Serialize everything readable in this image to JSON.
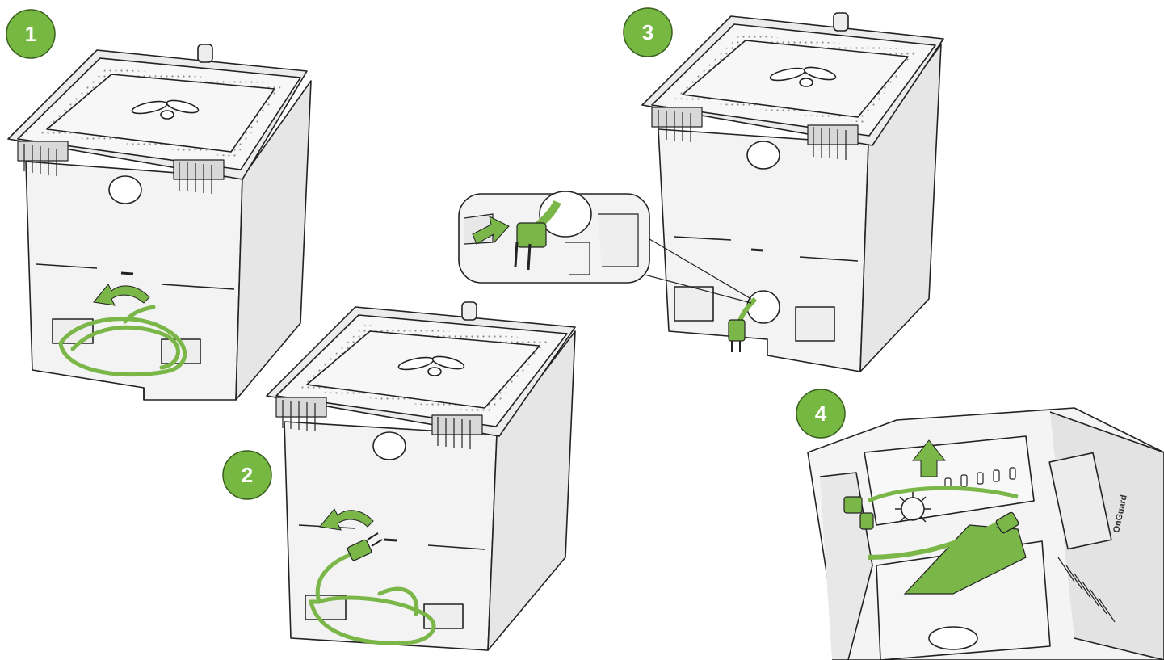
{
  "steps": [
    {
      "number": "1"
    },
    {
      "number": "2"
    },
    {
      "number": "3"
    },
    {
      "number": "4"
    }
  ],
  "colors": {
    "accent_green": "#7ab648",
    "badge_green": "#77b843",
    "outline": "#222222",
    "bin_fill": "#f2f2f2"
  },
  "icons": [
    "curved-arrow-icon",
    "straight-arrow-icon",
    "up-arrow-icon",
    "power-plug-icon"
  ],
  "detail_view": {
    "logo_text": "OnGuard"
  }
}
